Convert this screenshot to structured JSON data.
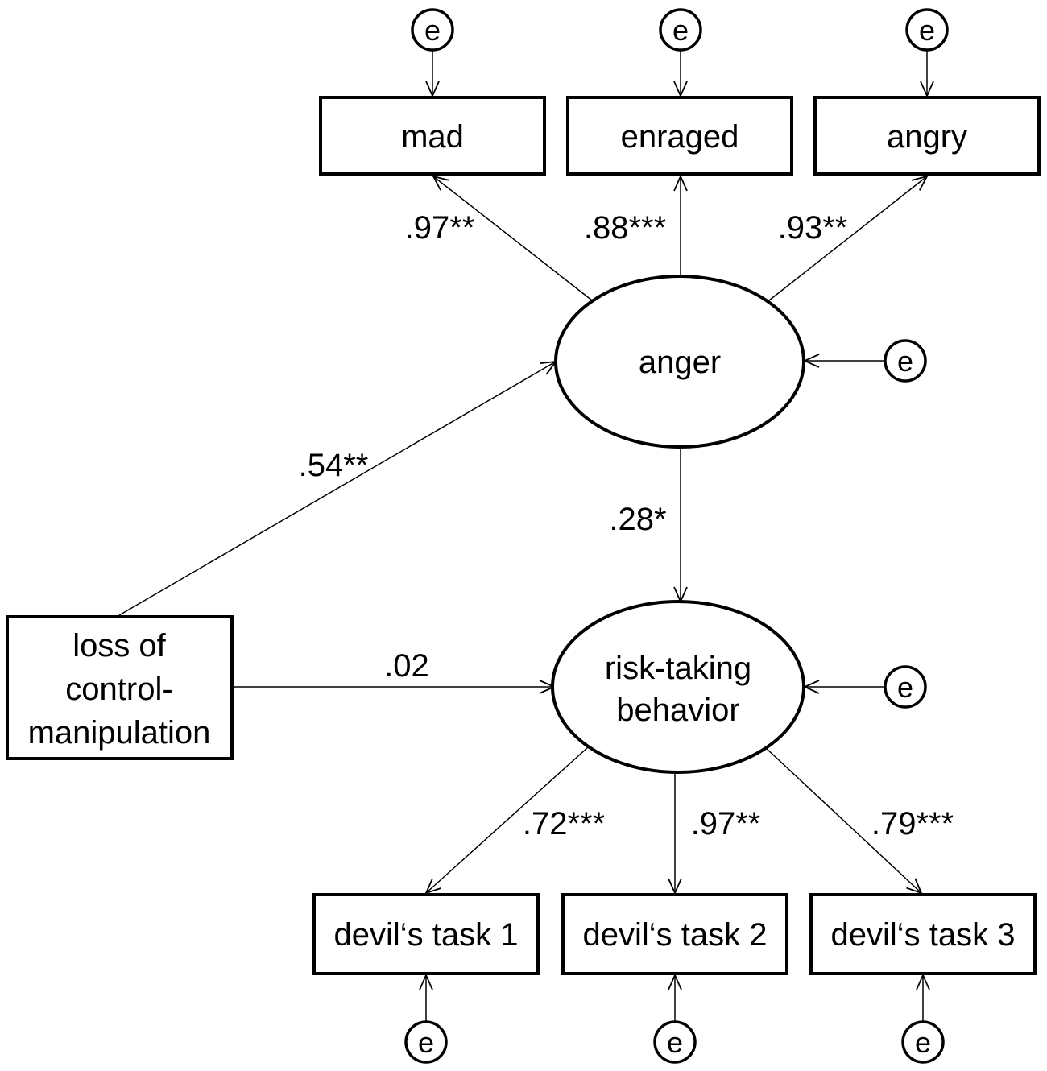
{
  "observed": {
    "mad": "mad",
    "enraged": "enraged",
    "angry": "angry",
    "loss_line1": "loss of",
    "loss_line2": "control-",
    "loss_line3": "manipulation",
    "devil1": "devil‘s task 1",
    "devil2": "devil‘s task 2",
    "devil3": "devil‘s task 3"
  },
  "latent": {
    "anger": "anger",
    "risk_line1": "risk-taking",
    "risk_line2": "behavior"
  },
  "error_label": "e",
  "coefficients": {
    "anger_mad": ".97**",
    "anger_enraged": ".88***",
    "anger_angry": ".93**",
    "loss_anger": ".54**",
    "anger_risk": ".28*",
    "loss_risk": ".02",
    "risk_devil1": ".72***",
    "risk_devil2": ".97**",
    "risk_devil3": ".79***"
  }
}
